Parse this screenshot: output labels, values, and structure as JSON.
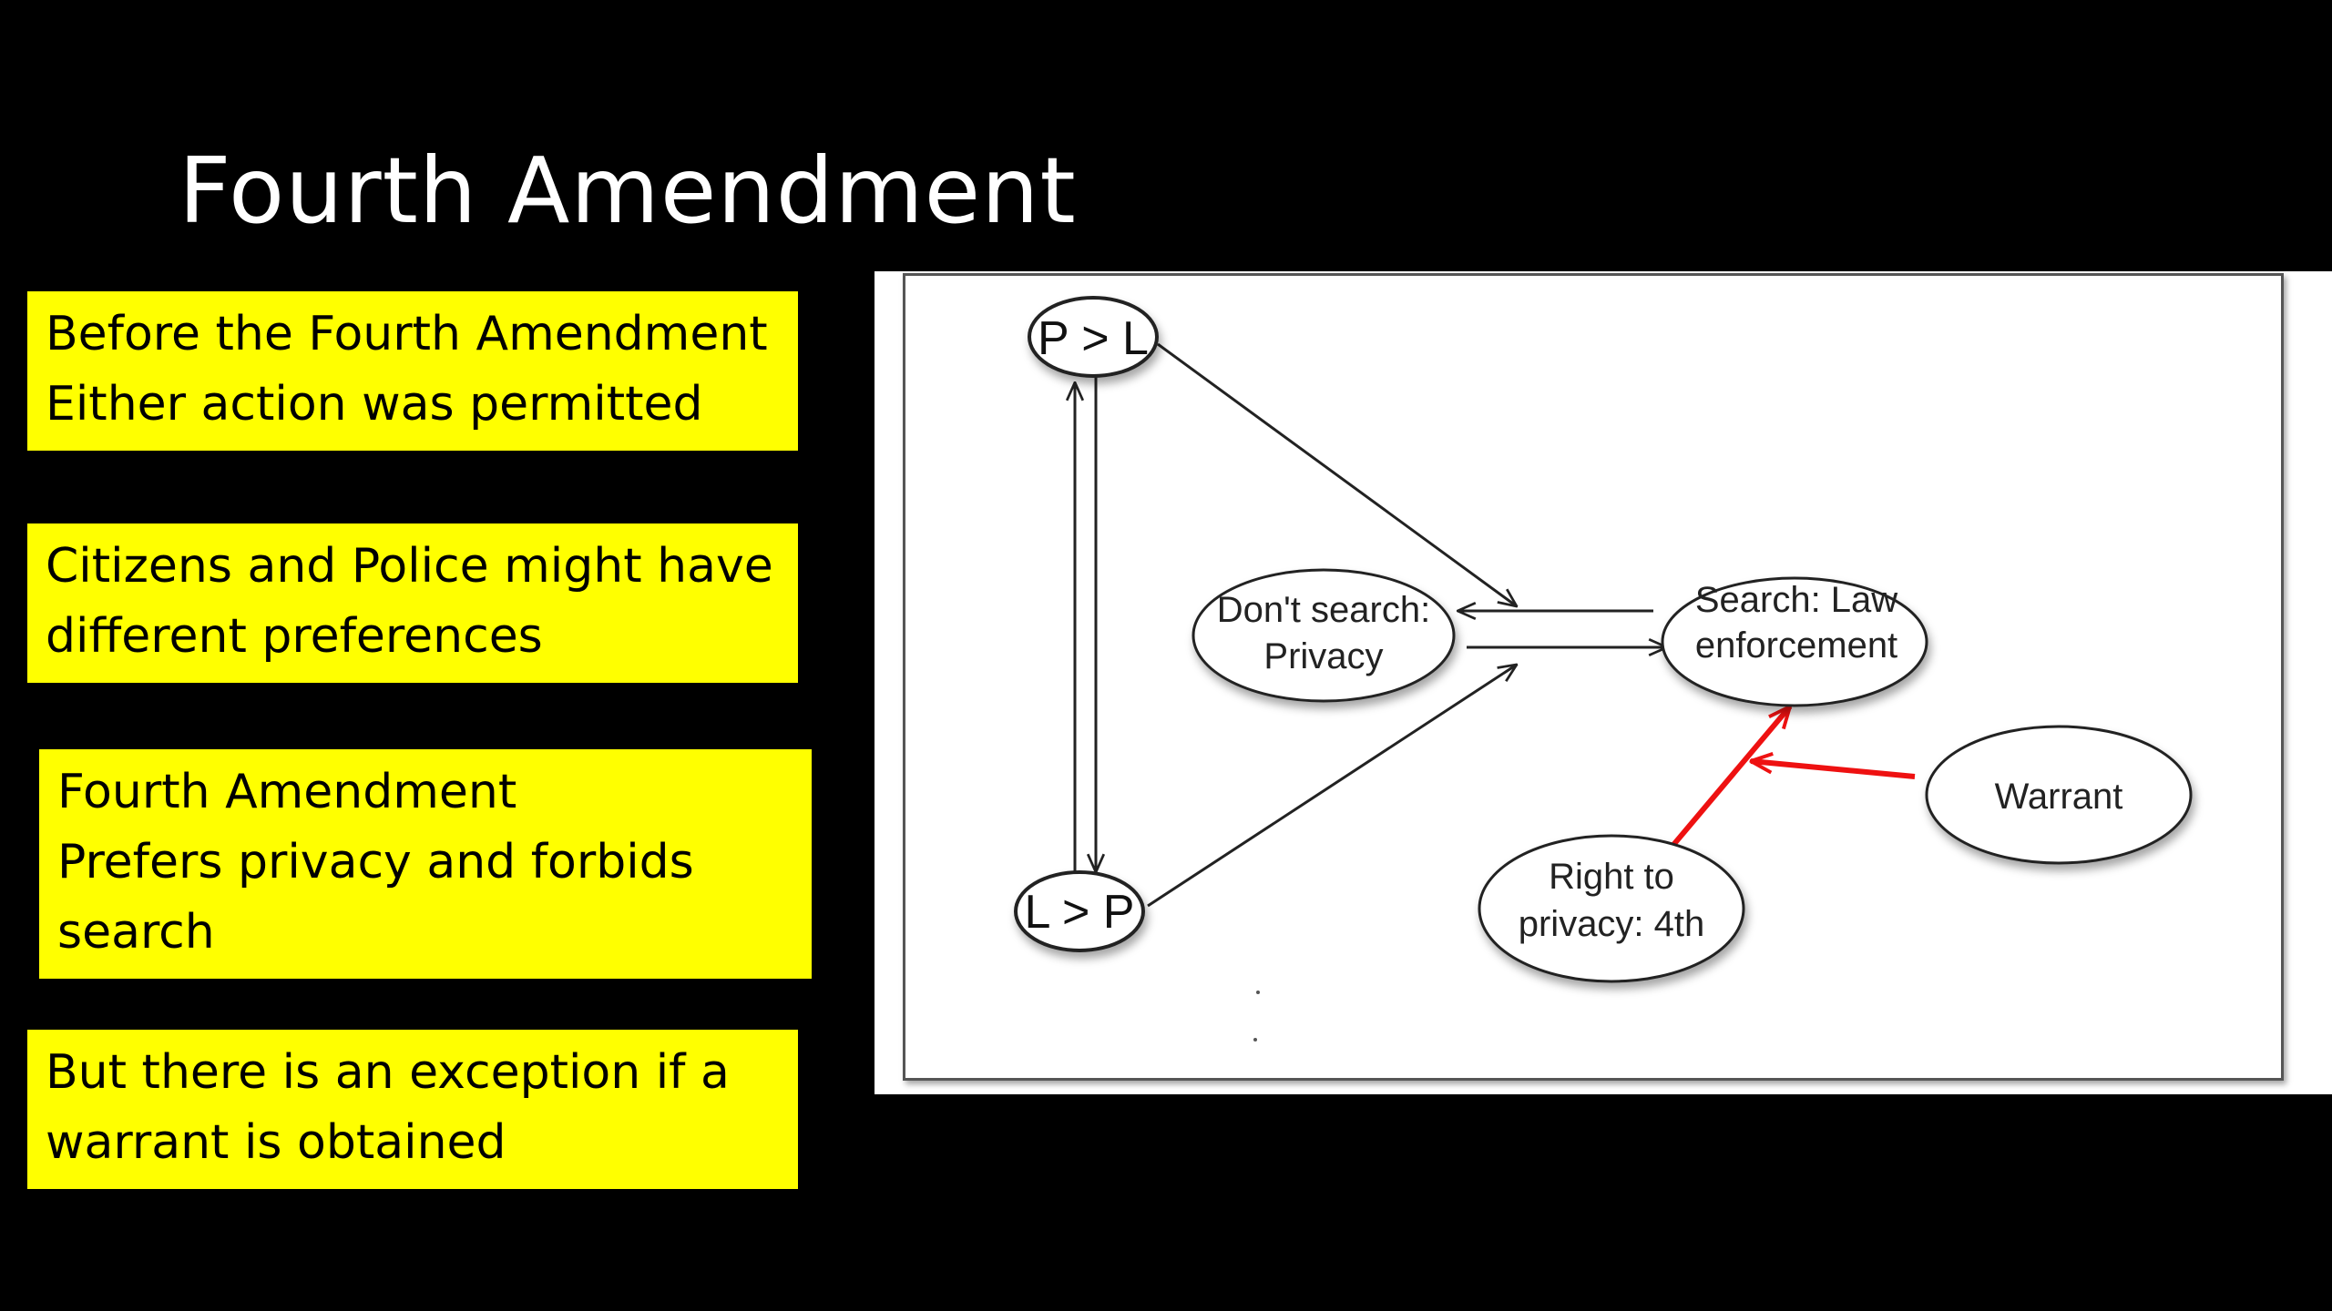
{
  "title": "Fourth Amendment",
  "notes": [
    {
      "lines": [
        "Before the Fourth Amendment",
        "Either action was permitted"
      ]
    },
    {
      "lines": [
        "Citizens and Police might have",
        "different preferences"
      ]
    },
    {
      "lines": [
        "Fourth Amendment",
        "Prefers privacy and forbids",
        "search"
      ]
    },
    {
      "lines": [
        "But there is an exception if a",
        "warrant is obtained"
      ]
    }
  ],
  "diagram": {
    "nodes": {
      "p_gt_l": "P > L",
      "l_gt_p": "L > P",
      "dont_search": [
        "Don't search:",
        "Privacy"
      ],
      "search": [
        "Search: Law",
        "enforcement"
      ],
      "warrant": "Warrant",
      "right_to_privacy": [
        "Right to",
        "privacy: 4th"
      ]
    },
    "colors": {
      "note_background": "#ffff00",
      "slide_background": "#000000",
      "title": "#ffffff",
      "edge": "#222222",
      "highlight_edge": "#ee1111"
    }
  }
}
